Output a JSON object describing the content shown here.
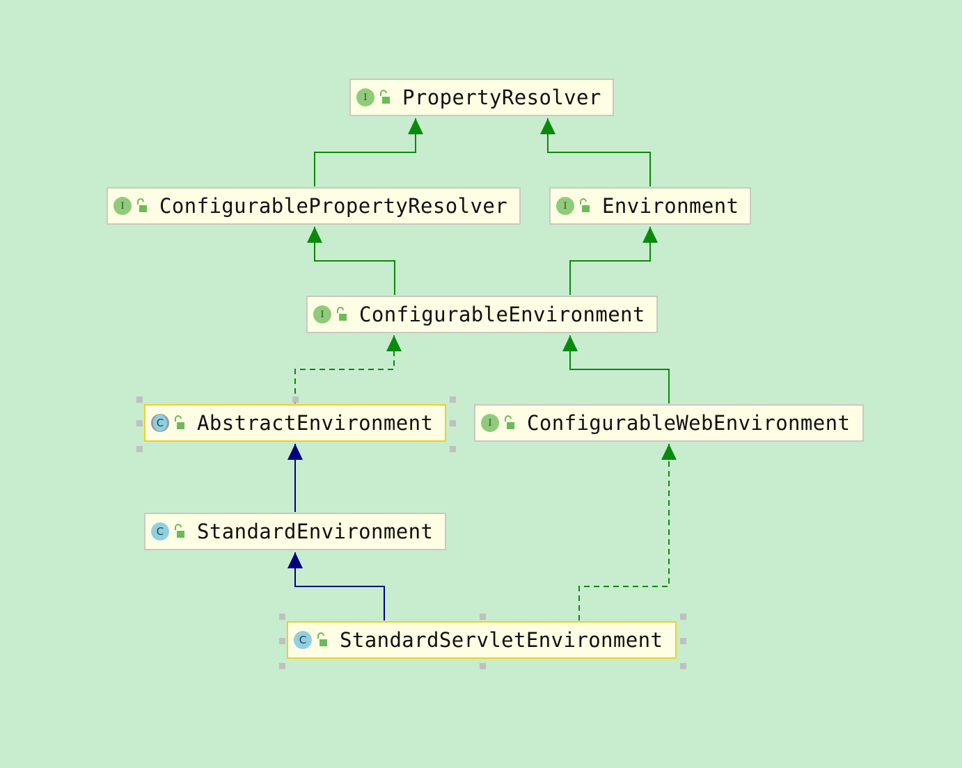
{
  "diagram": {
    "nodes": [
      {
        "id": "property-resolver",
        "name": "PropertyResolver",
        "kind": "interface",
        "badge": "I",
        "selected": false
      },
      {
        "id": "configurable-property-resolver",
        "name": "ConfigurablePropertyResolver",
        "kind": "interface",
        "badge": "I",
        "selected": false
      },
      {
        "id": "environment",
        "name": "Environment",
        "kind": "interface",
        "badge": "I",
        "selected": false
      },
      {
        "id": "configurable-environment",
        "name": "ConfigurableEnvironment",
        "kind": "interface",
        "badge": "I",
        "selected": false
      },
      {
        "id": "abstract-environment",
        "name": "AbstractEnvironment",
        "kind": "abstract-class",
        "badge": "C",
        "selected": true
      },
      {
        "id": "configurable-web-environment",
        "name": "ConfigurableWebEnvironment",
        "kind": "interface",
        "badge": "I",
        "selected": false
      },
      {
        "id": "standard-environment",
        "name": "StandardEnvironment",
        "kind": "class",
        "badge": "C",
        "selected": false
      },
      {
        "id": "standard-servlet-environment",
        "name": "StandardServletEnvironment",
        "kind": "class",
        "badge": "C",
        "selected": true
      }
    ],
    "edges": [
      {
        "from": "configurable-property-resolver",
        "to": "property-resolver",
        "relation": "extends-interface"
      },
      {
        "from": "environment",
        "to": "property-resolver",
        "relation": "extends-interface"
      },
      {
        "from": "configurable-environment",
        "to": "configurable-property-resolver",
        "relation": "extends-interface"
      },
      {
        "from": "configurable-environment",
        "to": "environment",
        "relation": "extends-interface"
      },
      {
        "from": "abstract-environment",
        "to": "configurable-environment",
        "relation": "implements"
      },
      {
        "from": "configurable-web-environment",
        "to": "configurable-environment",
        "relation": "extends-interface"
      },
      {
        "from": "standard-environment",
        "to": "abstract-environment",
        "relation": "extends-class"
      },
      {
        "from": "standard-servlet-environment",
        "to": "standard-environment",
        "relation": "extends-class"
      },
      {
        "from": "standard-servlet-environment",
        "to": "configurable-web-environment",
        "relation": "implements"
      }
    ],
    "colors": {
      "background": "#c8ecce",
      "node_fill": "#fefee4",
      "node_border": "#c9c9c0",
      "selected_border": "#f0d020",
      "interface_edge": "#0a8a0a",
      "class_edge": "#000080",
      "interface_badge": "#8fcb7a",
      "class_badge": "#8fcfe0"
    },
    "icons": {
      "interface": "interface-icon",
      "class": "class-icon",
      "abstract-class": "abstract-class-icon",
      "visibility": "public-lock-icon"
    }
  }
}
